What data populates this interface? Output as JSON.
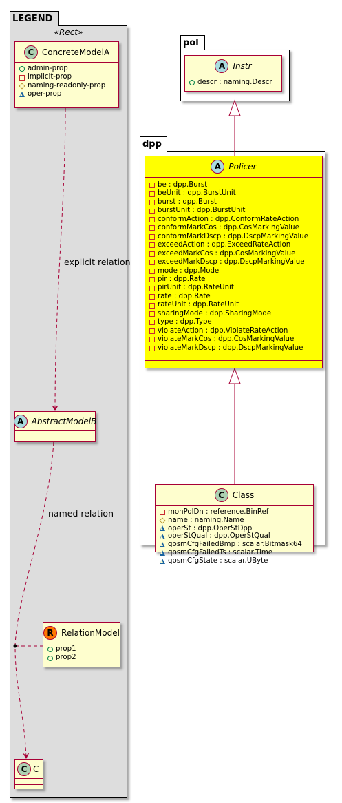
{
  "legend": {
    "title": "LEGEND",
    "stereotype": "«Rect»",
    "concrete_model": {
      "icon": "C",
      "name": "ConcreteModelA",
      "attrs": [
        {
          "vis": "pub",
          "text": "admin-prop"
        },
        {
          "vis": "priv",
          "text": "implicit-prop"
        },
        {
          "vis": "prot",
          "text": "naming-readonly-prop"
        },
        {
          "vis": "pkg",
          "text": "oper-prop"
        }
      ]
    },
    "explicit_relation_label": "explicit relation",
    "abstract_model": {
      "icon": "A",
      "name": "AbstractModelB"
    },
    "named_relation_label": "named relation",
    "relation_model": {
      "icon": "R",
      "name": "RelationModel",
      "attrs": [
        {
          "vis": "pub",
          "text": "prop1"
        },
        {
          "vis": "pub",
          "text": "prop2"
        }
      ]
    },
    "c_model": {
      "icon": "C",
      "name": "C"
    }
  },
  "pol": {
    "title": "pol",
    "instr": {
      "icon": "A",
      "name": "Instr",
      "attrs": [
        {
          "vis": "pub",
          "text": "descr : naming.Descr"
        }
      ]
    }
  },
  "dpp": {
    "title": "dpp",
    "policer": {
      "icon": "A",
      "name": "Policer",
      "color": "#ffff00",
      "attrs": [
        {
          "vis": "priv",
          "text": "be : dpp.Burst"
        },
        {
          "vis": "priv",
          "text": "beUnit : dpp.BurstUnit"
        },
        {
          "vis": "priv",
          "text": "burst : dpp.Burst"
        },
        {
          "vis": "priv",
          "text": "burstUnit : dpp.BurstUnit"
        },
        {
          "vis": "priv",
          "text": "conformAction : dpp.ConformRateAction"
        },
        {
          "vis": "priv",
          "text": "conformMarkCos : dpp.CosMarkingValue"
        },
        {
          "vis": "priv",
          "text": "conformMarkDscp : dpp.DscpMarkingValue"
        },
        {
          "vis": "priv",
          "text": "exceedAction : dpp.ExceedRateAction"
        },
        {
          "vis": "priv",
          "text": "exceedMarkCos : dpp.CosMarkingValue"
        },
        {
          "vis": "priv",
          "text": "exceedMarkDscp : dpp.DscpMarkingValue"
        },
        {
          "vis": "priv",
          "text": "mode : dpp.Mode"
        },
        {
          "vis": "priv",
          "text": "pir : dpp.Rate"
        },
        {
          "vis": "priv",
          "text": "pirUnit : dpp.RateUnit"
        },
        {
          "vis": "priv",
          "text": "rate : dpp.Rate"
        },
        {
          "vis": "priv",
          "text": "rateUnit : dpp.RateUnit"
        },
        {
          "vis": "priv",
          "text": "sharingMode : dpp.SharingMode"
        },
        {
          "vis": "priv",
          "text": "type : dpp.Type"
        },
        {
          "vis": "priv",
          "text": "violateAction : dpp.ViolateRateAction"
        },
        {
          "vis": "priv",
          "text": "violateMarkCos : dpp.CosMarkingValue"
        },
        {
          "vis": "priv",
          "text": "violateMarkDscp : dpp.DscpMarkingValue"
        }
      ]
    },
    "class": {
      "icon": "C",
      "name": "Class",
      "attrs": [
        {
          "vis": "priv",
          "text": "monPolDn : reference.BinRef"
        },
        {
          "vis": "prot",
          "text": "name : naming.Name"
        },
        {
          "vis": "pkg",
          "text": "operSt : dpp.OperStDpp"
        },
        {
          "vis": "pkg",
          "text": "operStQual : dpp.OperStQual"
        },
        {
          "vis": "pkg",
          "text": "qosmCfgFailedBmp : scalar.Bitmask64"
        },
        {
          "vis": "pkg",
          "text": "qosmCfgFailedTs : scalar.Time"
        },
        {
          "vis": "pkg",
          "text": "qosmCfgState : scalar.UByte"
        }
      ]
    }
  },
  "colors": {
    "class_fill": "#fefece",
    "class_border": "#a80036",
    "legend_fill": "#dddddd",
    "concrete_icon": "#add1b2",
    "abstract_icon": "#a9dcdf",
    "relation_icon": "#ff7700"
  }
}
